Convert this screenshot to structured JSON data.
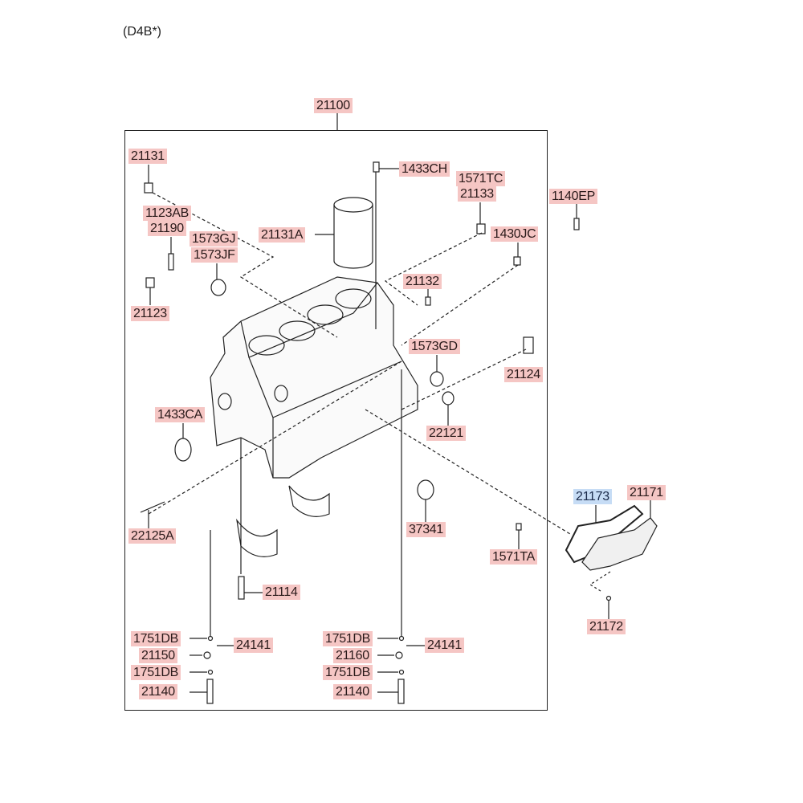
{
  "title": "(D4B*)",
  "labels": {
    "l21100": "21100",
    "l21131": "21131",
    "l1433CH": "1433CH",
    "l1571TC": "1571TC",
    "l21133": "21133",
    "l1140EP": "1140EP",
    "l1123AB": "1123AB",
    "l21190": "21190",
    "l1573GJ": "1573GJ",
    "l21131A": "21131A",
    "l1573JF": "1573JF",
    "l1430JC": "1430JC",
    "l21132": "21132",
    "l21123": "21123",
    "l1573GD": "1573GD",
    "l21124": "21124",
    "l1433CA": "1433CA",
    "l22121": "22121",
    "l21173": "21173",
    "l21171": "21171",
    "l22125A": "22125A",
    "l37341": "37341",
    "l1571TA": "1571TA",
    "l21114": "21114",
    "l21172": "21172",
    "l1751DB_a": "1751DB",
    "l24141_a": "24141",
    "l21150": "21150",
    "l1751DB_b": "1751DB",
    "l21140_a": "21140",
    "l1751DB_c": "1751DB",
    "l24141_b": "24141",
    "l21160": "21160",
    "l1751DB_d": "1751DB",
    "l21140_b": "21140"
  },
  "colors": {
    "label_bg": "#f5c6c4",
    "selected_bg": "#c6dcf5"
  }
}
